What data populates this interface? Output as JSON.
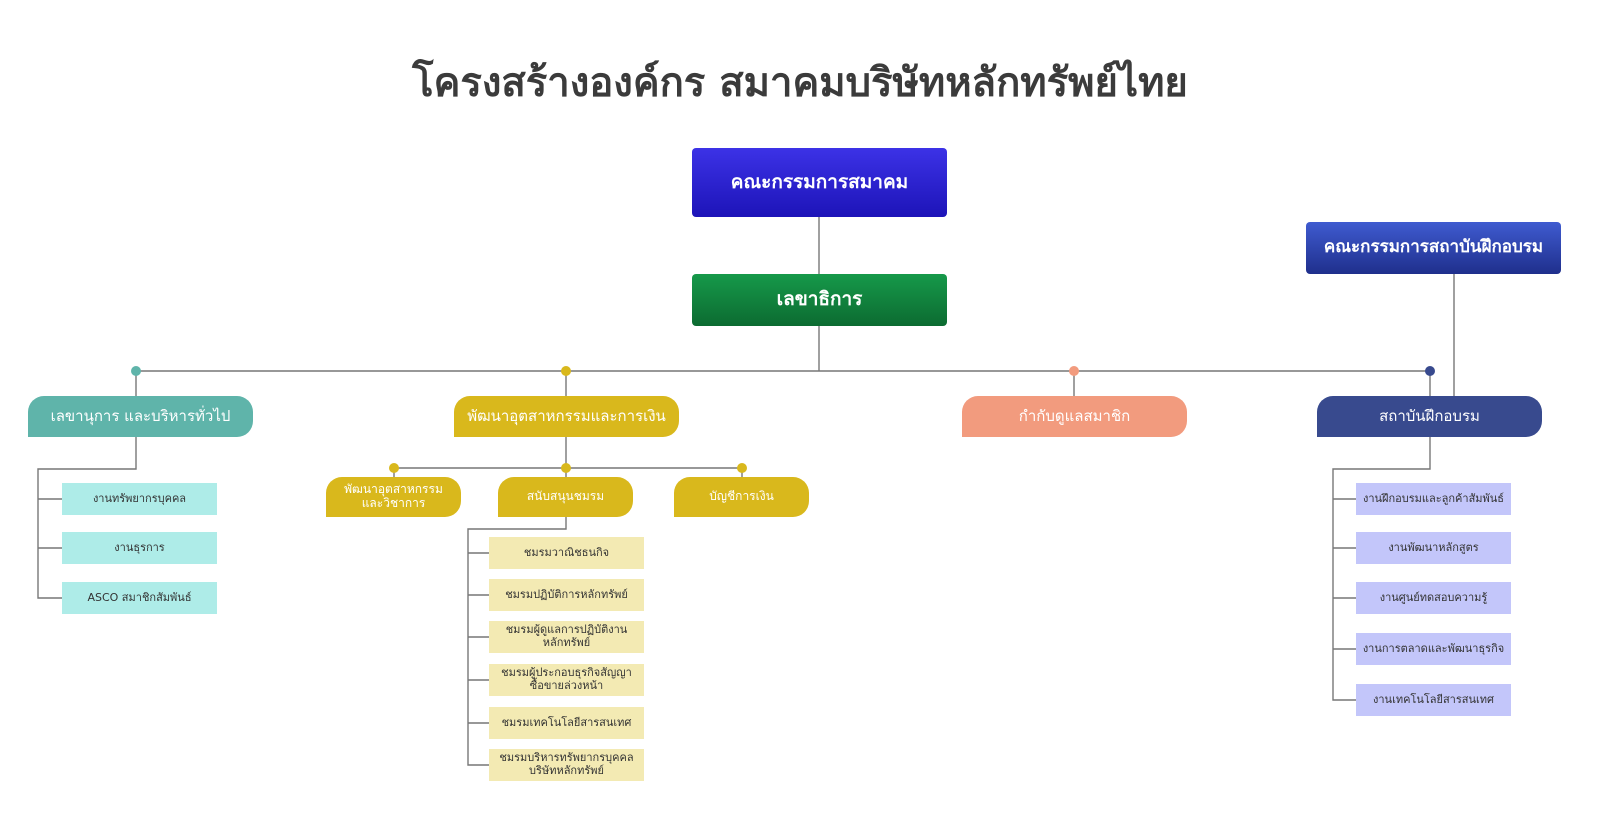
{
  "title": "โครงสร้างองค์กร สมาคมบริษัทหลักทรัพย์ไทย",
  "board": "คณะกรรมการสมาคม",
  "secretariat": "เลขาธิการ",
  "training_board": "คณะกรรมการสถาบันฝึกอบรม",
  "colors": {
    "board": "#2a20d4",
    "secretariat": "#108a3f",
    "training_board": "#2d43ad",
    "teal": "#5fb4aa",
    "gold": "#d9b81c",
    "salmon": "#f29b7e",
    "navy": "#384a8e",
    "leaf_teal": "#aeece8",
    "leaf_yellow": "#f3eab3",
    "leaf_purple": "#c3c6fa",
    "line": "#777777"
  },
  "departments": [
    {
      "name": "เลขานุการ และบริหารทั่วไป",
      "items": [
        "งานทรัพยากรบุคคล",
        "งานธุรการ",
        "ASCO สมาชิกสัมพันธ์"
      ]
    },
    {
      "name": "พัฒนาอุตสาหกรรมและการเงิน",
      "subunits": [
        {
          "name": "พัฒนาอุตสาหกรรม\nและวิชาการ"
        },
        {
          "name": "สนับสนุนชมรม",
          "items": [
            "ชมรมวาณิชธนกิจ",
            "ชมรมปฏิบัติการหลักทรัพย์",
            "ชมรมผู้ดูแลการปฏิบัติงาน\nหลักทรัพย์",
            "ชมรมผู้ประกอบธุรกิจสัญญา\nซื้อขายล่วงหน้า",
            "ชมรมเทคโนโลยีสารสนเทศ",
            "ชมรมบริหารทรัพยากรบุคคล\nบริษัทหลักทรัพย์"
          ]
        },
        {
          "name": "บัญชีการเงิน"
        }
      ]
    },
    {
      "name": "กำกับดูแลสมาชิก"
    },
    {
      "name": "สถาบันฝึกอบรม",
      "items": [
        "งานฝึกอบรมและลูกค้าสัมพันธ์",
        "งานพัฒนาหลักสูตร",
        "งานศูนย์ทดสอบความรู้",
        "งานการตลาดและพัฒนาธุรกิจ",
        "งานเทคโนโลยีสารสนเทศ"
      ]
    }
  ]
}
